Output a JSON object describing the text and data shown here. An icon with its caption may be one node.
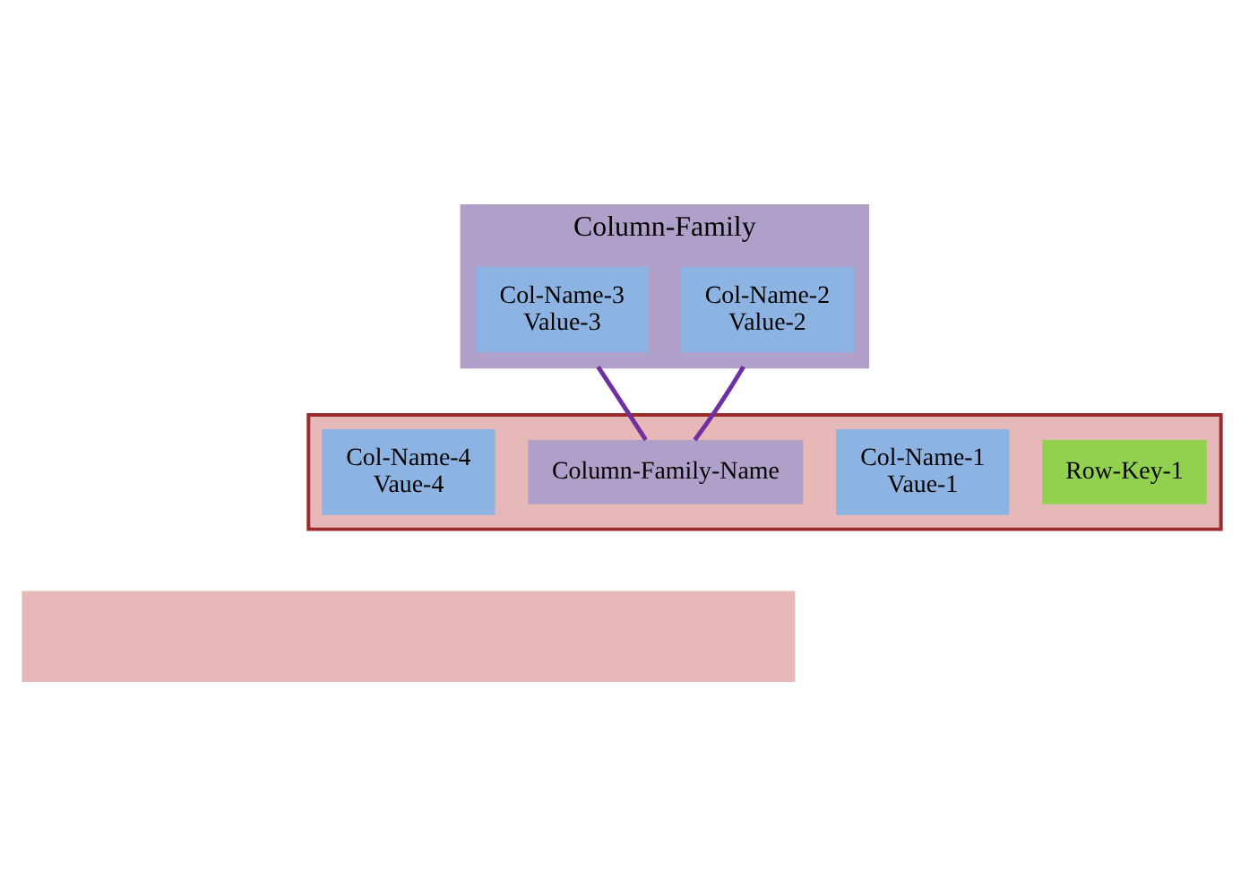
{
  "diagram": {
    "nodes": [
      {
        "text": [
          "Column-Family"
        ]
      },
      {
        "text": [
          "Col-Name-2",
          "Value-2"
        ],
        "in": 0
      },
      {
        "text": [
          "Col-Name-3",
          "Value-3"
        ],
        "in": 0
      },
      {
        "text": [],
        "shape": "box"
      },
      {
        "text": [
          "Row-Key-1"
        ],
        "in": 3
      },
      {
        "text": [
          "Col-Name-1",
          "Vaue-1"
        ],
        "in": 3
      },
      {
        "text": [
          "Column-Family-Name"
        ],
        "in": 3
      },
      {
        "text": [
          "Col-Name-4",
          "Vaue-4"
        ],
        "in": 3
      },
      {
        "text": [],
        "shape": "box"
      }
    ],
    "edges": [
      {
        "from": 0,
        "to": 6,
        "arrow": "none"
      },
      {
        "from": 0,
        "to": 6,
        "arrow": "none"
      }
    ]
  }
}
